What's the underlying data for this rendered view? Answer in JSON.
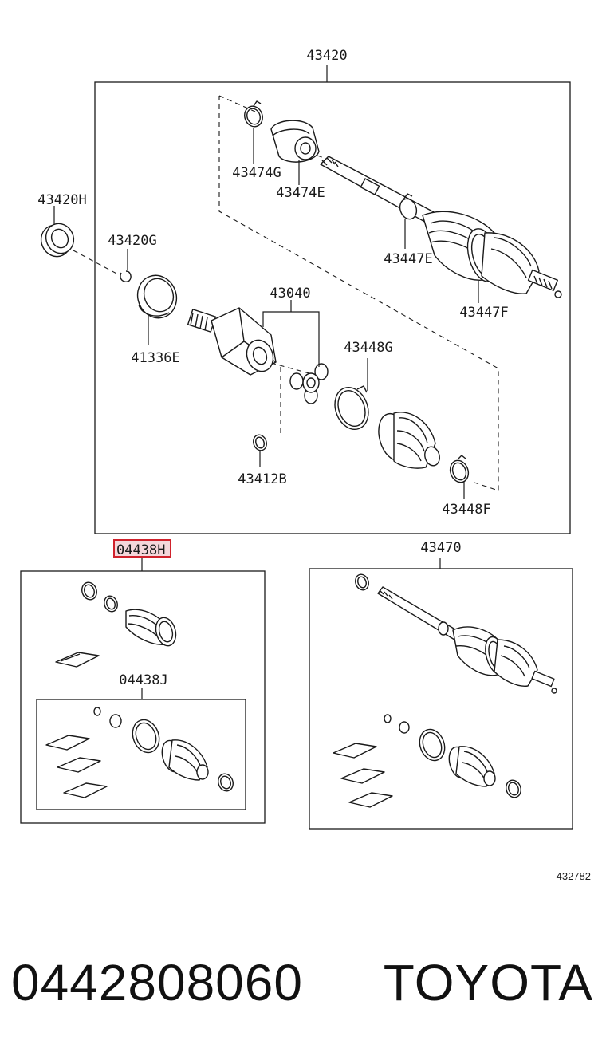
{
  "diagram": {
    "callouts": {
      "assembly_main": "43420",
      "seal": "43420H",
      "snap_ring_g": "43420G",
      "dust_deflector": "41336E",
      "inboard_joint": "43040",
      "boot_clamp_g": "43448G",
      "snap_ring_b": "43412B",
      "boot_clamp_f": "43448F",
      "clamp_474g": "43474G",
      "damper_474e": "43474E",
      "clamp_447e": "43447E",
      "outboard_boot_447f": "43447F",
      "boot_kit_h": "04438",
      "boot_kit_h_suffix": "H",
      "boot_kit_j": "04438J",
      "assembly_alt": "43470"
    },
    "figure_ref": "432782",
    "highlight": {
      "target": "04438",
      "color": "#d0222c"
    }
  },
  "footer": {
    "part_number": "0442808060",
    "brand": "TOYOTA"
  }
}
